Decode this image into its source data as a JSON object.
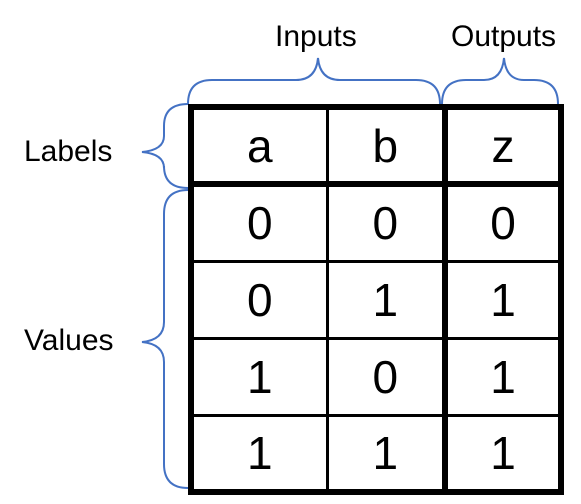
{
  "annotations": {
    "inputs": "Inputs",
    "outputs": "Outputs",
    "labels": "Labels",
    "values": "Values"
  },
  "table": {
    "headers": [
      "a",
      "b",
      "z"
    ],
    "rows": [
      [
        "0",
        "0",
        "0"
      ],
      [
        "0",
        "1",
        "1"
      ],
      [
        "1",
        "0",
        "1"
      ],
      [
        "1",
        "1",
        "1"
      ]
    ]
  },
  "colors": {
    "brace": "#4472C4",
    "line": "#000000"
  }
}
